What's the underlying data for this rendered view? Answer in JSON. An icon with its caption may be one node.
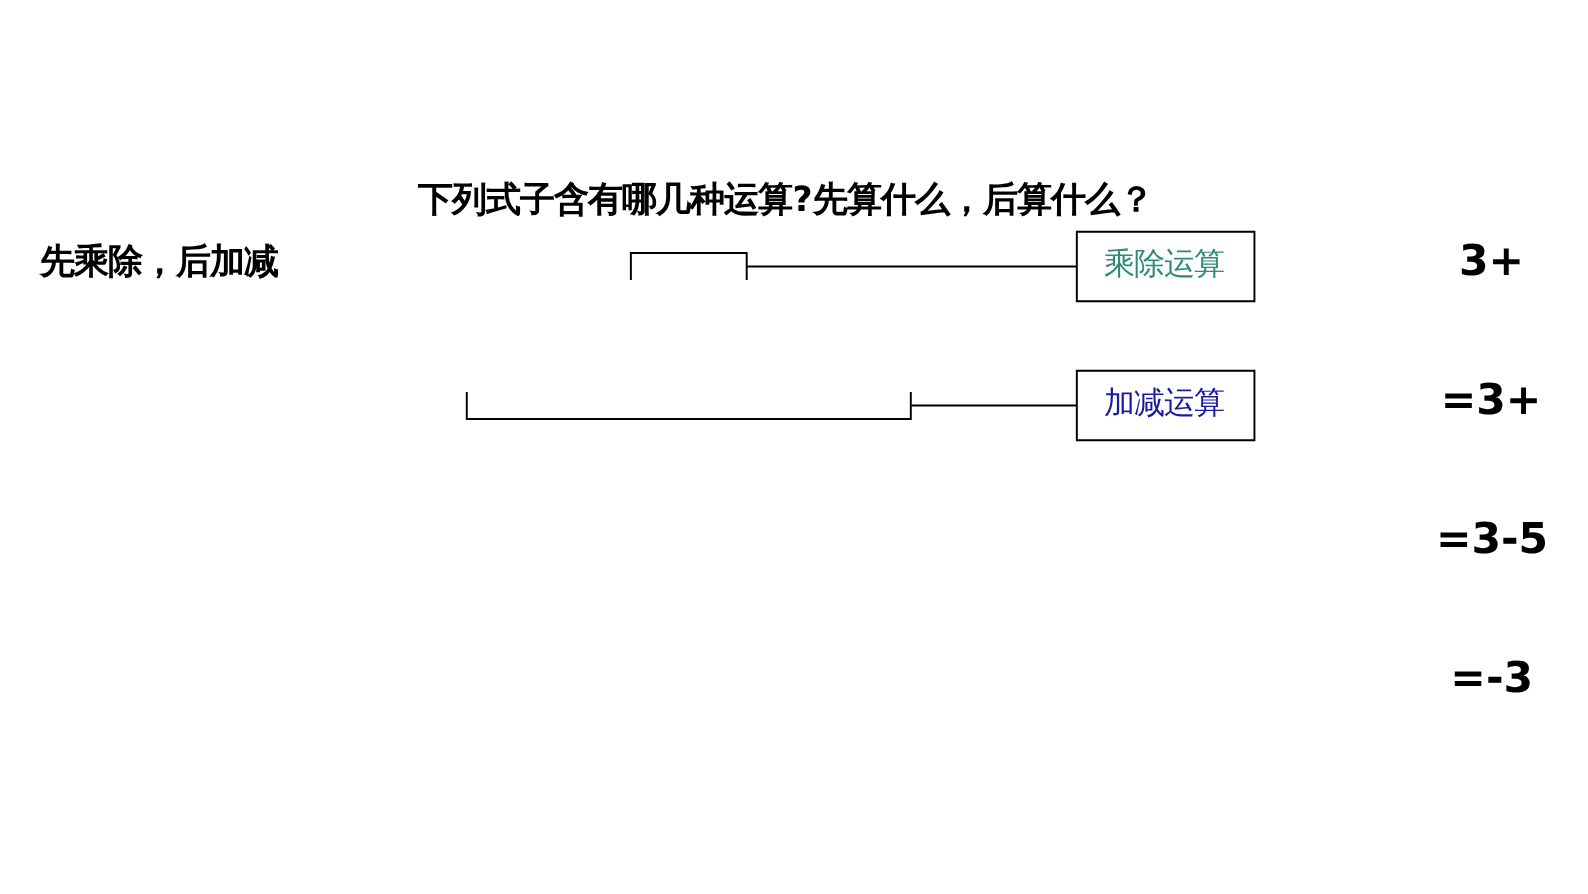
{
  "diagram": {
    "title": "下列式子含有哪几种运算?先算什么，后算什么？",
    "nodes": [
      {
        "text": [],
        "shape": "bracket"
      },
      {
        "text": [
          "乘除运算"
        ]
      },
      {
        "text": [],
        "shape": "bracket"
      },
      {
        "text": [
          "加减运算"
        ]
      }
    ],
    "edges": [
      {
        "from": 0,
        "to": 1,
        "arrow": "none"
      },
      {
        "from": 2,
        "to": 3,
        "arrow": "none"
      }
    ],
    "labels": [
      "先乘除，后加减",
      "3+",
      "=3+",
      "=3-5",
      "=-3"
    ]
  }
}
